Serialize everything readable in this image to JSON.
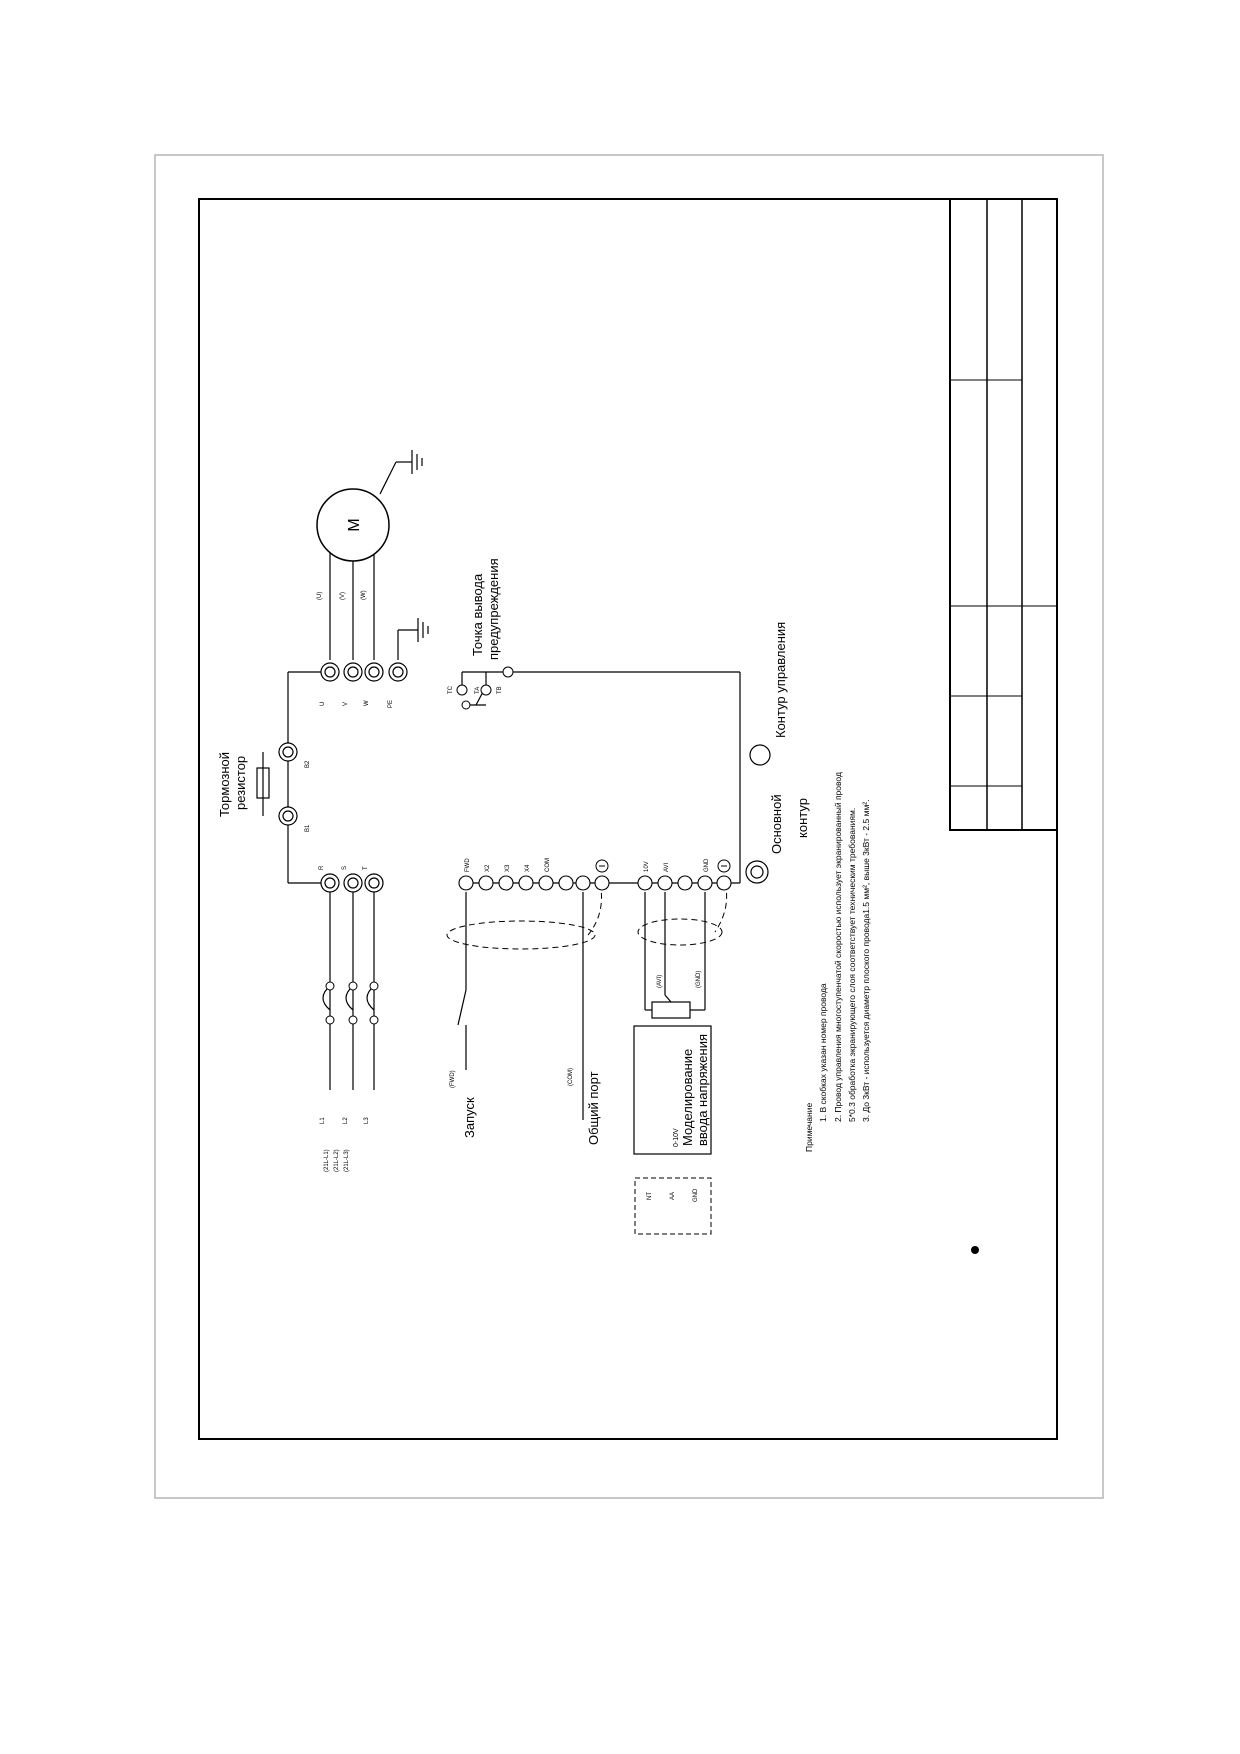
{
  "labels": {
    "brake_resistor": [
      "Тормозной",
      "резистор"
    ],
    "warning_output": [
      "Точка вывода",
      "предупреждения"
    ],
    "control_circuit": "Контур управления",
    "main_circuit": [
      "Основной",
      "контур"
    ],
    "start": "Запуск",
    "common_port": "Общий порт",
    "voltage_input": [
      "0-10V",
      "Моделирование",
      "ввода напряжения"
    ],
    "motor": "M"
  },
  "terminals": {
    "input_side": [
      "R",
      "S",
      "T"
    ],
    "brake": [
      "B1",
      "B2"
    ],
    "output_side": [
      "U",
      "V",
      "W",
      "PE"
    ],
    "motor_phases": [
      "(U)",
      "(V)",
      "(W)"
    ],
    "relay": [
      "TC",
      "TA",
      "TB"
    ],
    "digital": [
      "FWD",
      "X2",
      "X3",
      "X4",
      "COM"
    ],
    "analog": [
      "10V",
      "AVI",
      "GND"
    ],
    "supply": [
      "L1",
      "L2",
      "L3"
    ],
    "supply_wires": [
      "(21L-L1)",
      "(21L-L2)",
      "(21L-L3)"
    ],
    "wire_codes": [
      "(FWD)",
      "(COM)",
      "(AVI)",
      "(GND)"
    ],
    "dashed_box": [
      "NT",
      "AA",
      "GND"
    ]
  },
  "notes": {
    "title": "Примечание",
    "items": [
      "1.  В скобках указан номер провода",
      "2.  Провод управления многоступенчатой скоростью использует экранированный провод",
      "5*0.3 обработка экранирующего слоя соответствует техническим требованиям.",
      "3.  До 3кВт - используется диаметр плоского провода1.5 мм², выше 3кВт - 2.5 мм²."
    ]
  }
}
